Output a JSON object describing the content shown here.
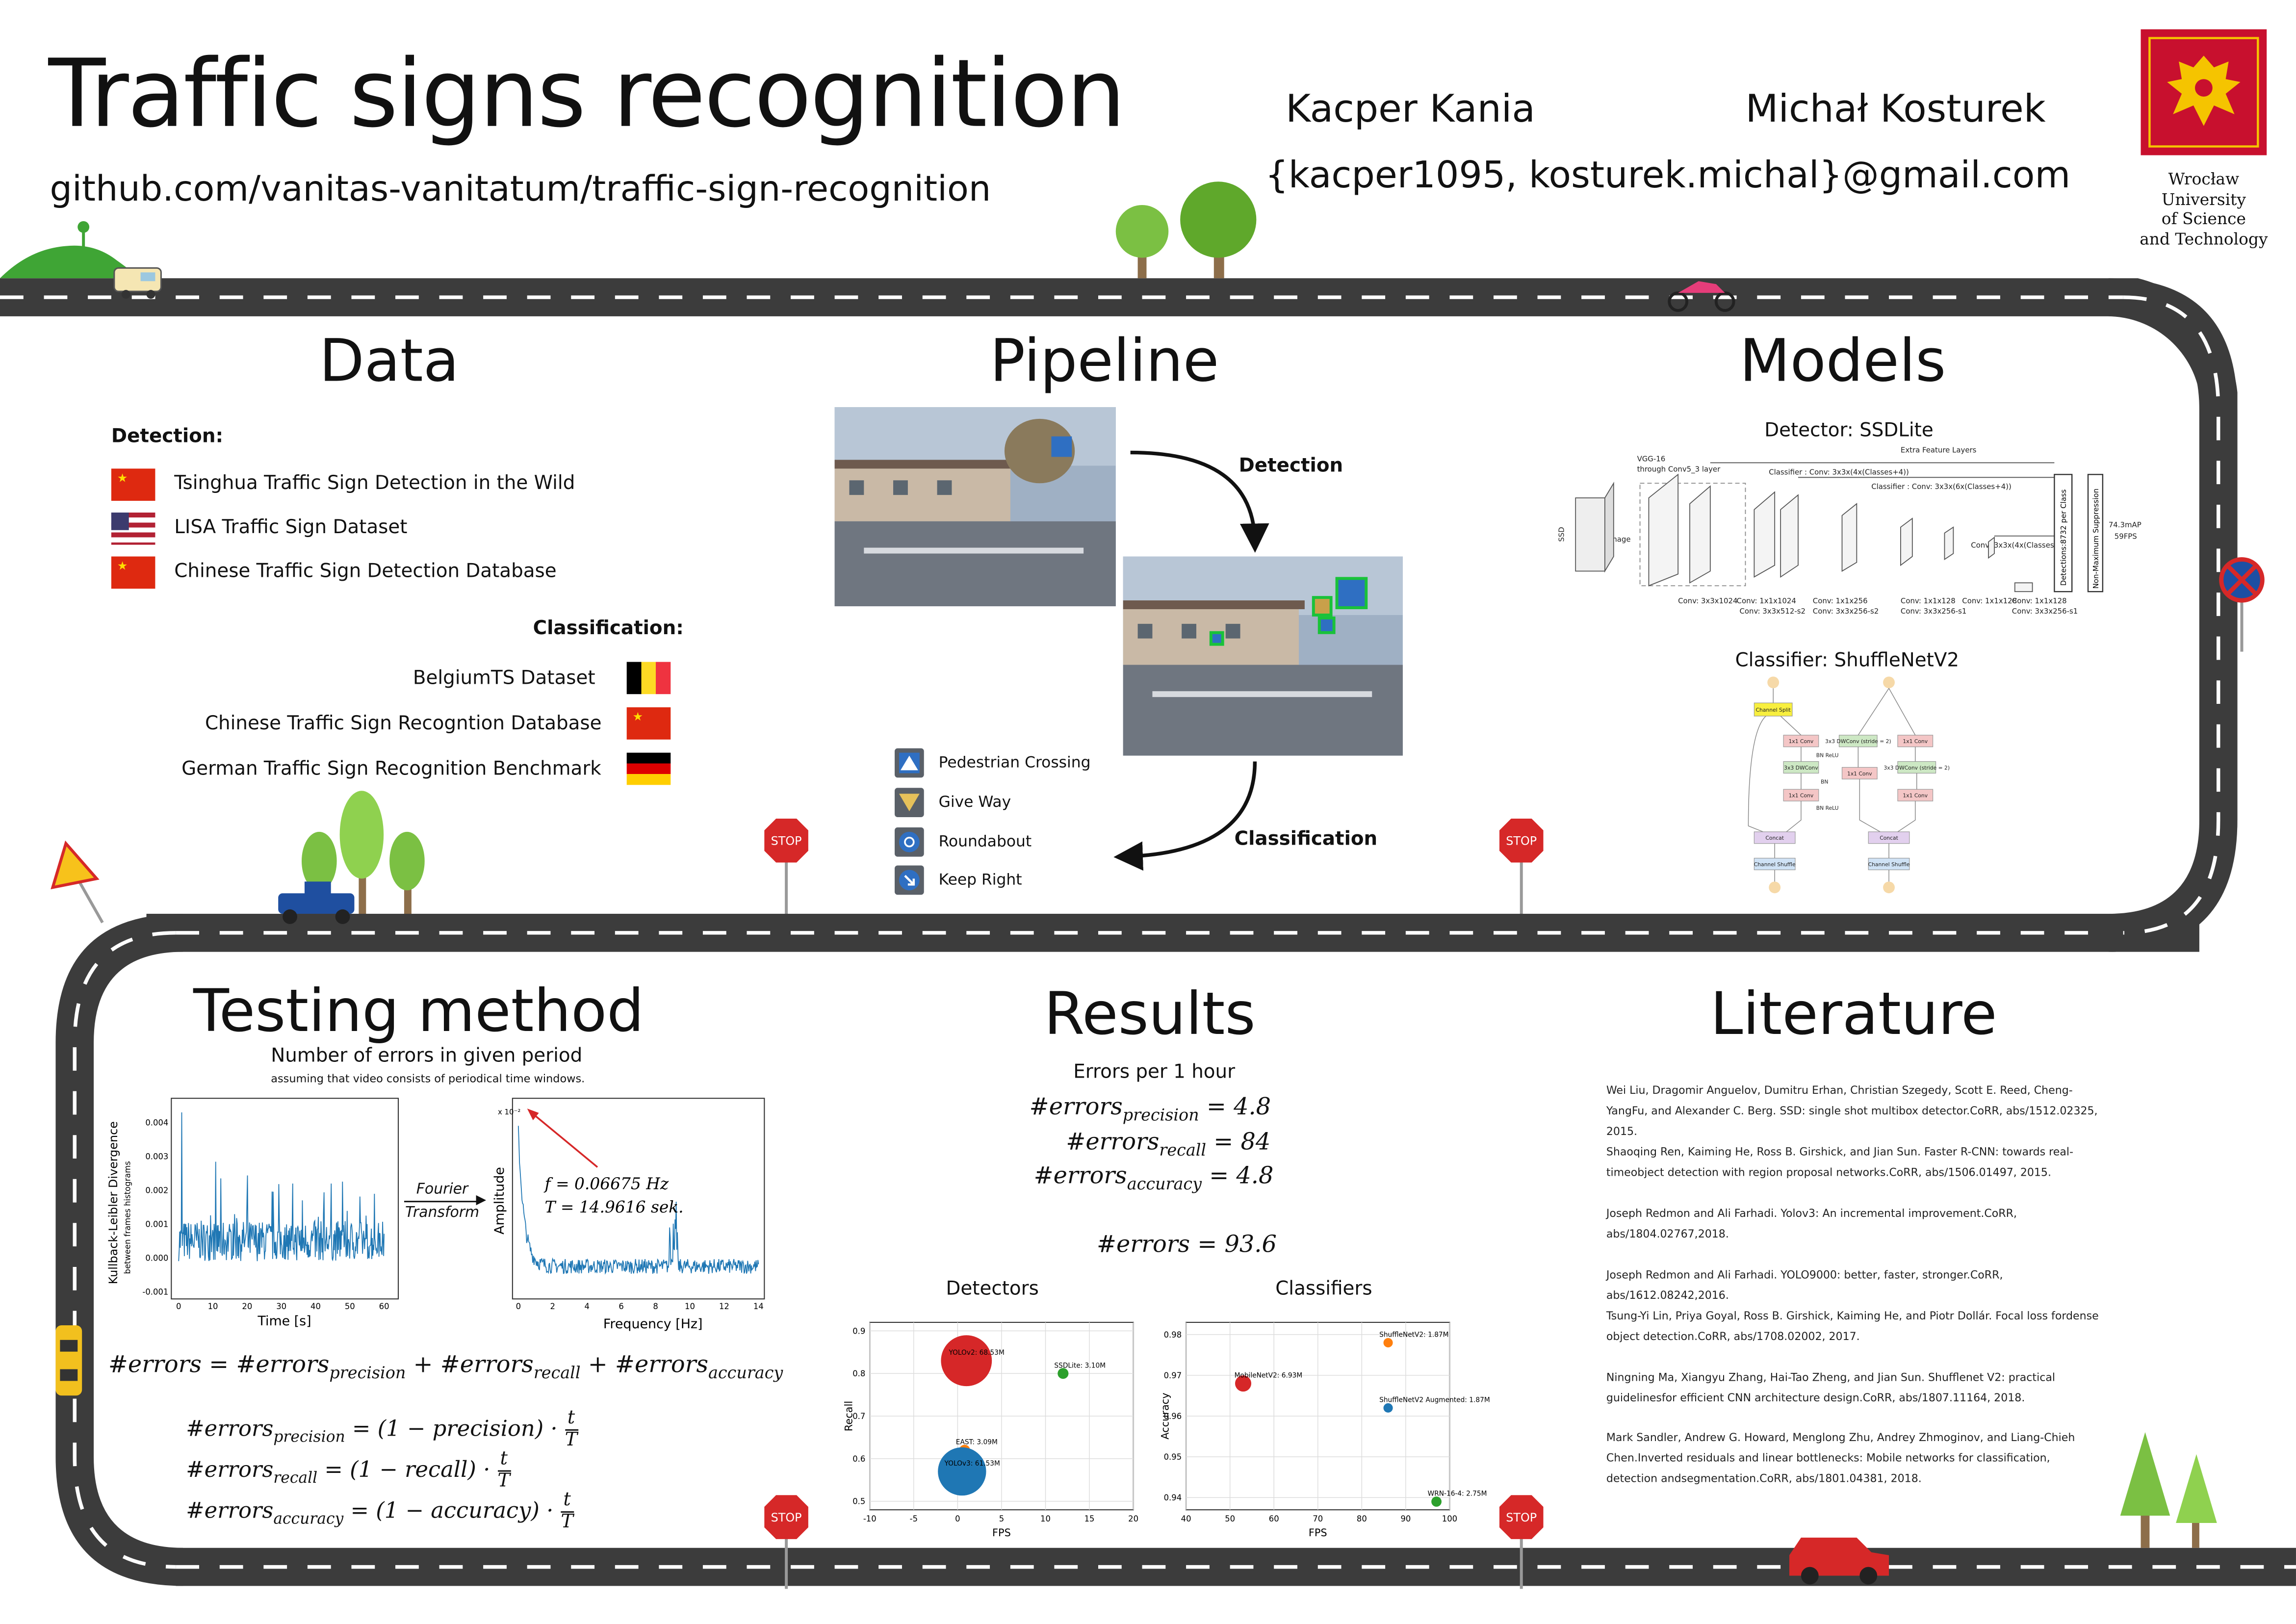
{
  "header": {
    "title": "Traffic signs recognition",
    "repo": "github.com/vanitas-vanitatum/traffic-sign-recognition",
    "authors": [
      "Kacper Kania",
      "Michał Kosturek"
    ],
    "email": "{kacper1095, kosturek.michal}@gmail.com",
    "university": [
      "Wrocław",
      "University",
      "of Science",
      "and Technology"
    ]
  },
  "data_section": {
    "title": "Data",
    "detection_label": "Detection:",
    "detection": [
      {
        "name": "Tsinghua Traffic Sign Detection in the Wild",
        "flag": "china"
      },
      {
        "name": "LISA Traffic Sign Dataset",
        "flag": "usa"
      },
      {
        "name": "Chinese Traffic Sign Detection Database",
        "flag": "china"
      }
    ],
    "classification_label": "Classification:",
    "classification": [
      {
        "name": "BelgiumTS Dataset",
        "flag": "belgium"
      },
      {
        "name": "Chinese Traffic Sign Recogntion Database",
        "flag": "china"
      },
      {
        "name": "German Traffic Sign Recognition Benchmark",
        "flag": "germany"
      }
    ]
  },
  "pipeline": {
    "title": "Pipeline",
    "detection_label": "Detection",
    "classification_label": "Classification",
    "signs": [
      {
        "label": "Pedestrian Crossing",
        "icon": "pedestrian-crossing-icon"
      },
      {
        "label": "Give Way",
        "icon": "give-way-icon"
      },
      {
        "label": "Roundabout",
        "icon": "roundabout-icon"
      },
      {
        "label": "Keep Right",
        "icon": "keep-right-icon"
      }
    ]
  },
  "models": {
    "title": "Models",
    "detector_label": "Detector: SSDLite",
    "classifier_label": "Classifier: ShuffleNetV2",
    "ssd": {
      "extra_layers": "Extra Feature Layers",
      "vgg": "VGG-16",
      "vgg_through": "through Conv5_3 layer",
      "classifier_a": "Classifier : Conv: 3x3x(4x(Classes+4))",
      "classifier_b": "Classifier : Conv: 3x3x(6x(Classes+4))",
      "classifier_c": "Conv: 3x3x(4x(Classes+4))",
      "detections": "Detections:8732 per Class",
      "nms": "Non-Maximum Suppression",
      "map": "74.3mAP",
      "fps": "59FPS",
      "ssd_label": "SSD",
      "image_label": "Image",
      "bottom_labels": [
        "Conv: 3x3x1024",
        "Conv: 1x1x1024",
        "Conv: 1x1x256",
        "Conv: 1x1x128",
        "Conv: 1x1x128",
        "Conv: 1x1x128"
      ],
      "bottom_labels2": [
        "Conv: 3x3x512-s2",
        "Conv: 3x3x256-s2",
        "Conv: 3x3x256-s1",
        "Conv: 3x3x256-s1"
      ]
    },
    "shufflenet": {
      "channel_split": "Channel Split",
      "conv1": "1x1 Conv",
      "dwconv": "3x3 DWConv",
      "dwconv_s2": "3x3 DWConv (stride = 2)",
      "bnrelu": "BN ReLU",
      "bn": "BN",
      "concat": "Concat",
      "shuffle": "Channel Shuffle"
    }
  },
  "testing": {
    "title": "Testing method",
    "subtitle": "Number of errors in given period",
    "subsubtitle": "assuming that video consists of periodical time windows.",
    "arrow_top": "Fourier",
    "arrow_bottom": "Transform",
    "plot1": {
      "xlabel": "Time [s]",
      "ylabel": "Kullback-Leibler Divergence",
      "ylabel2": "between frames histograms",
      "xticks": [
        "0",
        "10",
        "20",
        "30",
        "40",
        "50",
        "60"
      ],
      "yticks": [
        "0.004",
        "0.003",
        "0.002",
        "0.001",
        "0.000",
        "-0.001"
      ]
    },
    "plot2": {
      "xlabel": "Frequency [Hz]",
      "ylabel": "Amplitude",
      "scale": "x 10⁻²",
      "xticks": [
        "0",
        "2",
        "4",
        "6",
        "8",
        "10",
        "12",
        "14"
      ],
      "f_text": "f = 0.06675 Hz",
      "t_text": "T = 14.9616 sek."
    },
    "eq_main": [
      "#errors = #errors",
      "precision",
      " + #errors",
      "recall",
      " + #errors",
      "accuracy"
    ],
    "eq_prec": [
      "#errors",
      "precision",
      " = (1 − precision) · "
    ],
    "eq_rec": [
      "#errors",
      "recall",
      " = (1 − recall) · "
    ],
    "eq_acc": [
      "#errors",
      "accuracy",
      " = (1 − accuracy) · "
    ],
    "frac_num": "t",
    "frac_den": "T"
  },
  "results": {
    "title": "Results",
    "subtitle": "Errors per 1 hour",
    "precision_sub": "precision",
    "recall_sub": "recall",
    "accuracy_sub": "accuracy",
    "errors_word": "#errors",
    "precision_val": "= 4.8",
    "recall_val": "= 84",
    "accuracy_val": "= 4.8",
    "total_val": "= 93.6",
    "detectors_title": "Detectors",
    "classifiers_title": "Classifiers"
  },
  "chart_data": [
    {
      "type": "scatter",
      "title": "Detectors",
      "xlabel": "FPS",
      "ylabel": "Recall",
      "xlim": [
        -10,
        20
      ],
      "ylim": [
        0.48,
        0.92
      ],
      "xticks": [
        -10,
        -5,
        0,
        5,
        10,
        15,
        20
      ],
      "yticks": [
        0.5,
        0.6,
        0.7,
        0.8,
        0.9
      ],
      "points": [
        {
          "label": "YOLOv2: 68.53M",
          "x": 1,
          "y": 0.83,
          "size": 68.53,
          "color": "#d62728"
        },
        {
          "label": "SSDLite: 3.10M",
          "x": 12,
          "y": 0.8,
          "size": 3.1,
          "color": "#2ca02c"
        },
        {
          "label": "EAST: 3.09M",
          "x": 0.8,
          "y": 0.62,
          "size": 3.09,
          "color": "#ff7f0e"
        },
        {
          "label": "YOLOv3: 61.53M",
          "x": 0.5,
          "y": 0.57,
          "size": 61.53,
          "color": "#1f77b4"
        }
      ]
    },
    {
      "type": "scatter",
      "title": "Classifiers",
      "xlabel": "FPS",
      "ylabel": "Accuracy",
      "xlim": [
        40,
        100
      ],
      "ylim": [
        0.937,
        0.983
      ],
      "xticks": [
        40,
        50,
        60,
        70,
        80,
        90,
        100
      ],
      "yticks": [
        0.94,
        0.95,
        0.96,
        0.97,
        0.98
      ],
      "points": [
        {
          "label": "ShuffleNetV2: 1.87M",
          "x": 86,
          "y": 0.978,
          "size": 1.87,
          "color": "#ff7f0e"
        },
        {
          "label": "MobileNetV2: 6.93M",
          "x": 53,
          "y": 0.968,
          "size": 6.93,
          "color": "#d62728"
        },
        {
          "label": "ShuffleNetV2 Augmented: 1.87M",
          "x": 86,
          "y": 0.962,
          "size": 1.87,
          "color": "#1f77b4"
        },
        {
          "label": "WRN-16-4: 2.75M",
          "x": 97,
          "y": 0.939,
          "size": 2.75,
          "color": "#2ca02c"
        }
      ]
    }
  ],
  "literature": {
    "title": "Literature",
    "items": [
      "Wei Liu, Dragomir Anguelov, Dumitru Erhan, Christian Szegedy, Scott E. Reed, Cheng-YangFu, and Alexander C. Berg. SSD: single shot multibox detector.CoRR, abs/1512.02325, 2015.",
      "Shaoqing Ren, Kaiming He, Ross B. Girshick, and Jian Sun. Faster R-CNN: towards real-timeobject detection with region proposal networks.CoRR, abs/1506.01497, 2015.",
      "Joseph Redmon and Ali Farhadi. Yolov3: An incremental improvement.CoRR, abs/1804.02767,2018.",
      "Joseph Redmon and Ali Farhadi. YOLO9000: better, faster, stronger.CoRR, abs/1612.08242,2016.",
      "Tsung-Yi Lin, Priya Goyal, Ross B. Girshick, Kaiming He, and Piotr Dollár.  Focal loss fordense object detection.CoRR, abs/1708.02002, 2017.",
      "Ningning Ma, Xiangyu Zhang, Hai-Tao Zheng, and Jian Sun. Shufflenet V2: practical guidelinesfor efficient CNN architecture design.CoRR, abs/1807.11164, 2018.",
      "Mark Sandler, Andrew G. Howard, Menglong Zhu, Andrey Zhmoginov, and Liang-Chieh Chen.Inverted residuals and linear bottlenecks: Mobile networks for classification, detection andsegmentation.CoRR, abs/1801.04381, 2018."
    ]
  },
  "road_signs": {
    "stop": "STOP"
  },
  "colors": {
    "road": "#3c3c3c",
    "road_line": "#ffffff",
    "tree": "#7bc043",
    "brand": "#c8102e"
  }
}
